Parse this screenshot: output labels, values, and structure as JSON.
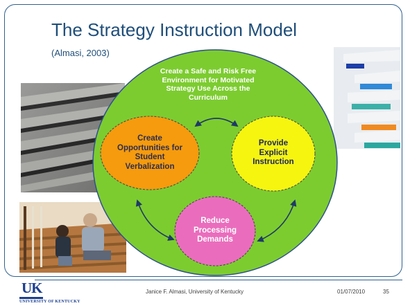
{
  "slide": {
    "title": "The Strategy Instruction Model",
    "citation": "(Almasi, 2003)"
  },
  "diagram": {
    "outer_circle": {
      "text": "Create a Safe and Risk Free Environment for Motivated Strategy Use Across the Curriculum",
      "color": "#7ccc30"
    },
    "nodes": [
      {
        "text": "Create Opportunities for Student Verbalization",
        "color": "#f59b0d"
      },
      {
        "text": "Provide Explicit Instruction",
        "color": "#f5f510"
      },
      {
        "text": "Reduce Processing Demands",
        "color": "#ea6dbd"
      }
    ]
  },
  "footer": {
    "author": "Janice F. Almasi, University of Kentucky",
    "date": "01/07/2010",
    "slide_number": "35",
    "logo_mark": "UK",
    "logo_text": "UNIVERSITY OF KENTUCKY"
  },
  "colors": {
    "title": "#1f4e79",
    "border": "#2f5f8f",
    "arrows": "#1f3a66"
  }
}
